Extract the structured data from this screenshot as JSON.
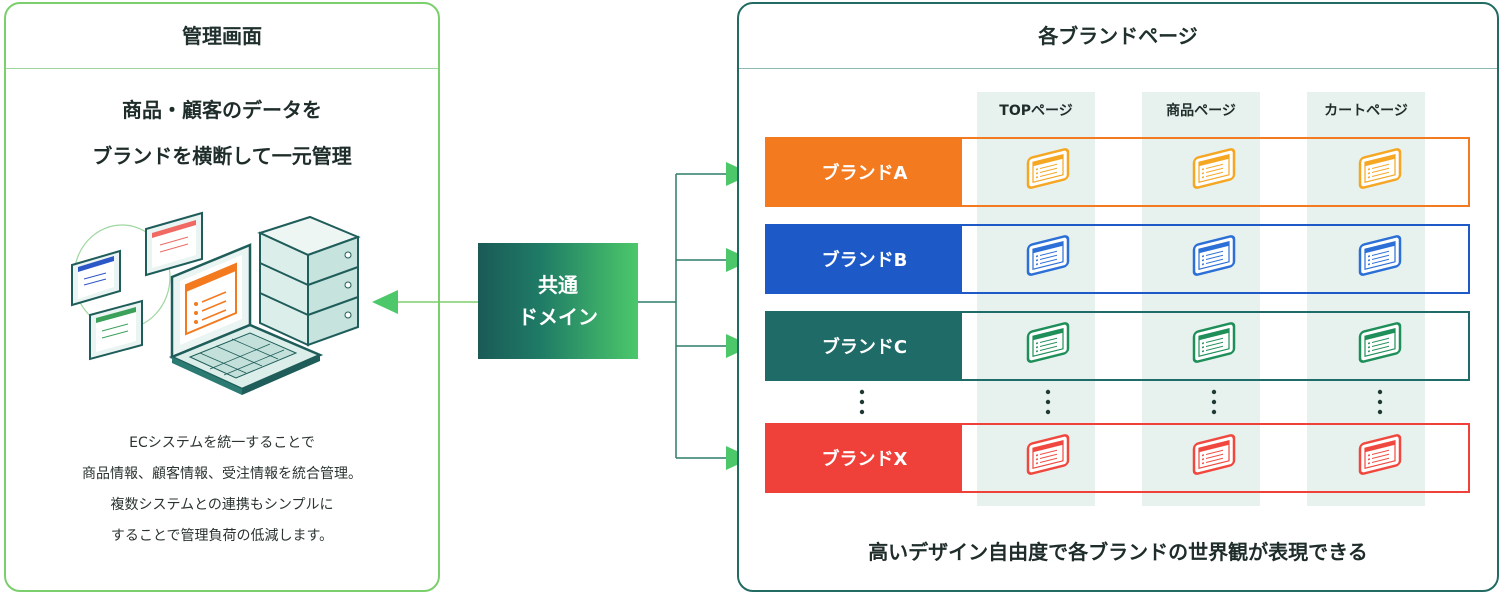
{
  "left_panel": {
    "title": "管理画面",
    "headline": [
      "商品・顧客のデータを",
      "ブランドを横断して一元管理"
    ],
    "body": [
      "ECシステムを統一することで",
      "商品情報、顧客情報、受注情報を統合管理。",
      "複数システムとの連携もシンプルに",
      "することで管理負荷の低減します。"
    ]
  },
  "center": {
    "label": [
      "共通",
      "ドメイン"
    ]
  },
  "right_panel": {
    "title": "各ブランドページ",
    "columns": [
      "TOPページ",
      "商品ページ",
      "カートページ"
    ],
    "brands": [
      {
        "name": "ブランドA",
        "color": "#f47a1f",
        "icon_color": "#f5a623"
      },
      {
        "name": "ブランドB",
        "color": "#1d5ac7",
        "icon_color": "#2c6fd6"
      },
      {
        "name": "ブランドC",
        "color": "#1f6b67",
        "icon_color": "#1f8f5a"
      },
      {
        "name": "ブランドX",
        "color": "#f0403a",
        "icon_color": "#f0483e"
      }
    ],
    "footer": "高いデザイン自由度で各ブランドの世界観が表現できる"
  },
  "colors": {
    "left_border": "#7bcf6c",
    "right_border": "#216b63",
    "column_bg": "#e7f2ee",
    "arrow": "#4cc86a"
  },
  "icons": [
    "monitor-icon",
    "laptop-icon",
    "server-icon",
    "webpage-icon",
    "arrow-icon",
    "vertical-ellipsis-icon"
  ]
}
